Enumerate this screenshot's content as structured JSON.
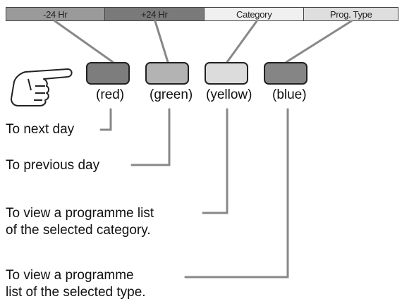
{
  "top_bar": {
    "labels": [
      "-24 Hr",
      "+24 Hr",
      "Category",
      "Prog. Type"
    ]
  },
  "keys": [
    {
      "label": "(red)",
      "color": "red"
    },
    {
      "label": "(green)",
      "color": "green"
    },
    {
      "label": "(yellow)",
      "color": "yellow"
    },
    {
      "label": "(blue)",
      "color": "blue"
    }
  ],
  "descriptions": {
    "next_day": "To next day",
    "previous_day": "To previous day",
    "category": [
      "To view a programme list",
      "of the selected category."
    ],
    "type": [
      "To view a programme",
      "list of the selected type."
    ]
  },
  "icons": {
    "pointer": "pointing-hand-icon"
  }
}
